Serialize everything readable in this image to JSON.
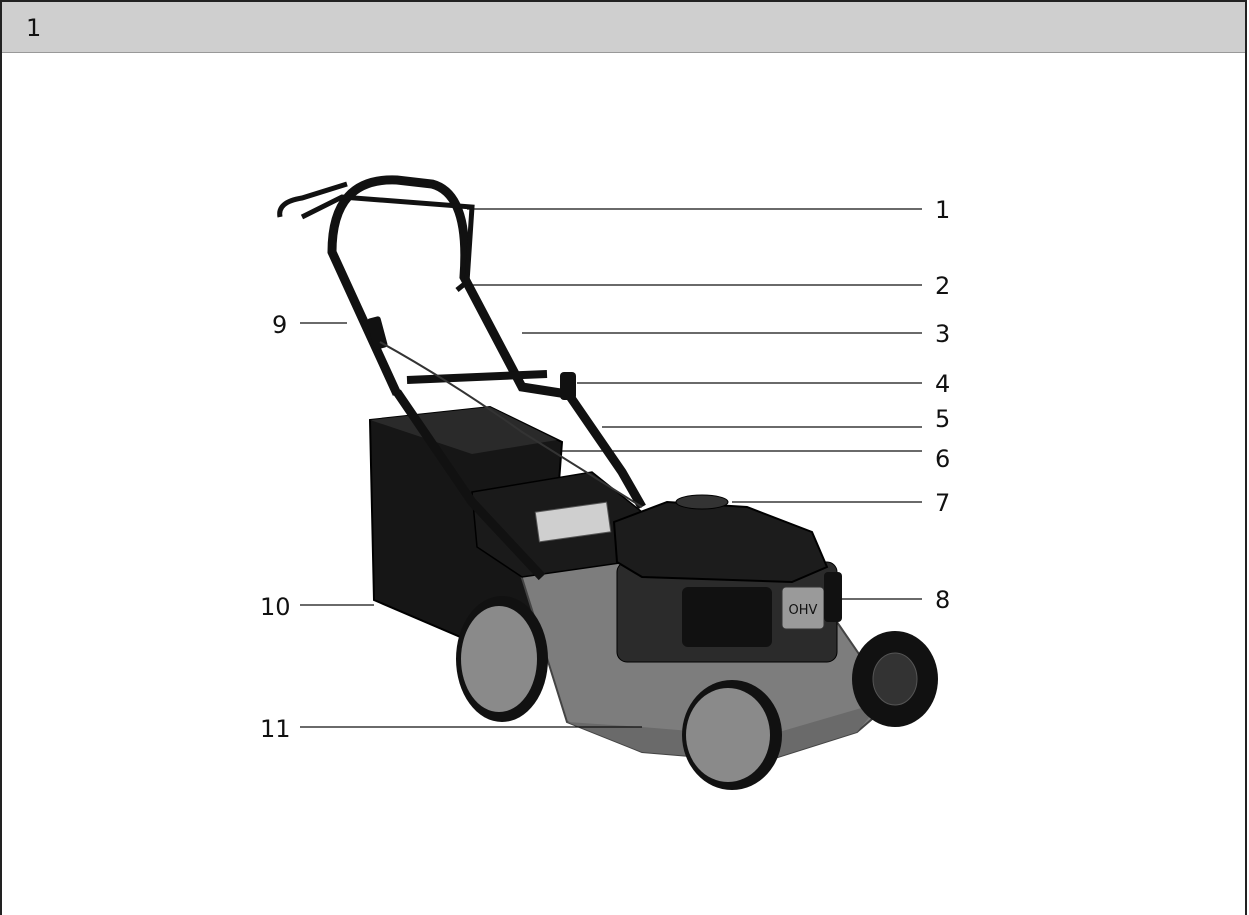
{
  "figure_number": "1",
  "callouts": {
    "c1": "1",
    "c2": "2",
    "c3": "3",
    "c4": "4",
    "c5": "5",
    "c6": "6",
    "c7": "7",
    "c8": "8",
    "c9": "9",
    "c10": "10",
    "c11": "11"
  },
  "engine_badge": "OHV",
  "colors": {
    "header": "#cfcfcf",
    "deck": "#7d7d7d",
    "engine": "#1c1c1c",
    "bag": "#161616"
  }
}
